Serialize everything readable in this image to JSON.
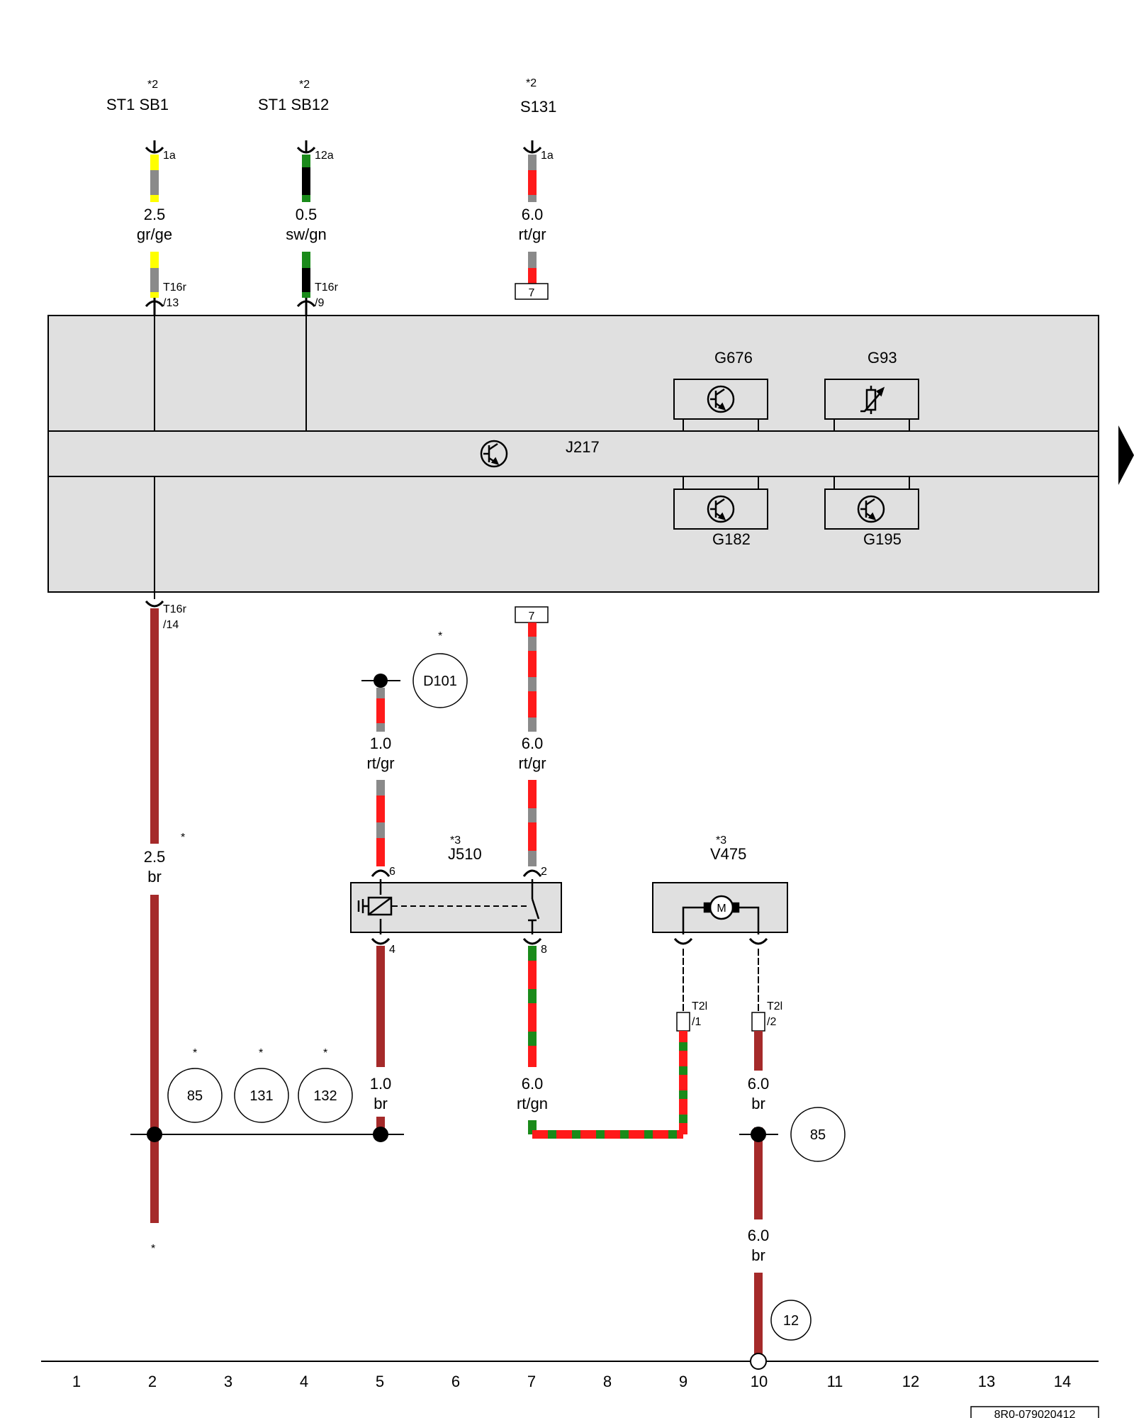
{
  "fuses": [
    {
      "id": "f1",
      "star": "*2",
      "label": "ST1  SB1",
      "pin": "1a"
    },
    {
      "id": "f2",
      "star": "*2",
      "label": "ST1  SB12",
      "pin": "12a"
    },
    {
      "id": "f3",
      "star": "*2",
      "label": "S131",
      "pin": "1a"
    }
  ],
  "wires": {
    "w1": {
      "size": "2.5",
      "color": "gr/ge"
    },
    "w2": {
      "size": "0.5",
      "color": "sw/gn"
    },
    "w3": {
      "size": "6.0",
      "color": "rt/gr"
    },
    "w4": {
      "size": "2.5",
      "color": "br"
    },
    "w5": {
      "size": "1.0",
      "color": "rt/gr"
    },
    "w6": {
      "size": "6.0",
      "color": "rt/gr"
    },
    "w7": {
      "size": "1.0",
      "color": "br"
    },
    "w8": {
      "size": "6.0",
      "color": "rt/gn"
    },
    "w9": {
      "size": "6.0",
      "color": "br"
    },
    "w10": {
      "size": "6.0",
      "color": "br"
    }
  },
  "connectors": {
    "t16r13": {
      "name": "T16r",
      "pin": "/13"
    },
    "t16r9": {
      "name": "T16r",
      "pin": "/9"
    },
    "t16r14": {
      "name": "T16r",
      "pin": "/14"
    },
    "t2l1": {
      "name": "T2l",
      "pin": "/1"
    },
    "t2l2": {
      "name": "T2l",
      "pin": "/2"
    },
    "box7a": "7",
    "box7b": "7"
  },
  "module": {
    "name": "J217",
    "sensors": [
      "G676",
      "G93",
      "G182",
      "G195"
    ]
  },
  "relay": {
    "star": "*3",
    "name": "J510",
    "pins": [
      "6",
      "2",
      "4",
      "8"
    ]
  },
  "motor": {
    "star": "*3",
    "name": "V475",
    "symbol": "M"
  },
  "ground_refs": [
    "D101",
    "85",
    "131",
    "132",
    "85",
    "12"
  ],
  "stars": [
    "*",
    "*",
    "*",
    "*",
    "*",
    "*"
  ],
  "axis": [
    "1",
    "2",
    "3",
    "4",
    "5",
    "6",
    "7",
    "8",
    "9",
    "10",
    "11",
    "12",
    "13",
    "14"
  ],
  "doc_code": "8R0-079020412",
  "colors": {
    "gray": "#8a8a8a",
    "yellow": "#ffff00",
    "black": "#000000",
    "green": "#1a8a1a",
    "red": "#ff1a1a",
    "brown": "#a52a2a",
    "module_fill": "#e0e0e0"
  }
}
